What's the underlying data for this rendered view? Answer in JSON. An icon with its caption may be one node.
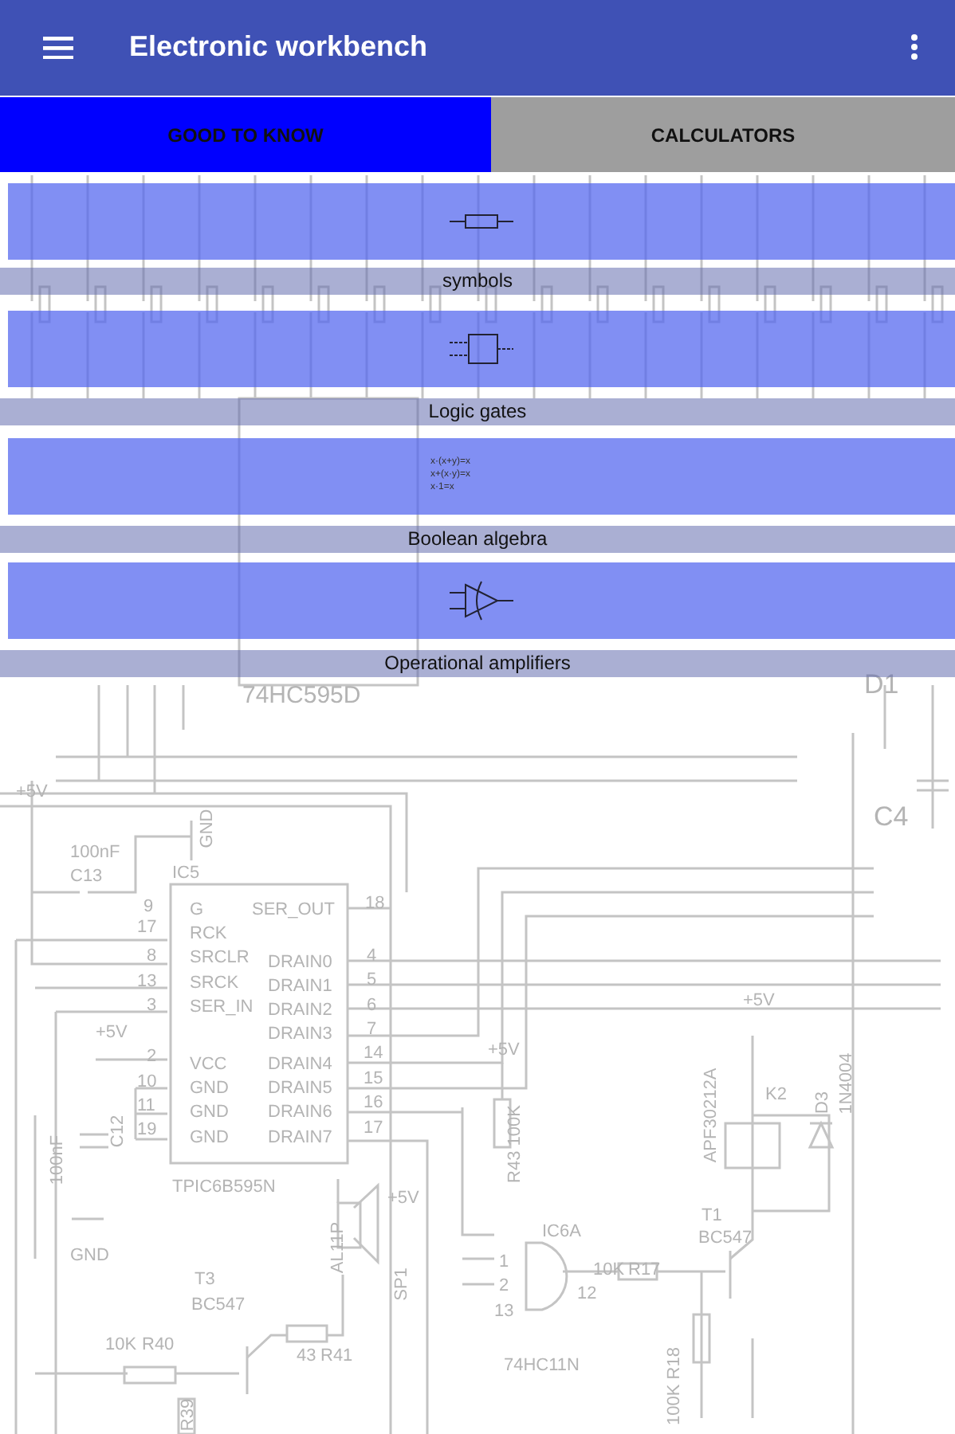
{
  "diagram": {
    "title": "Electronic workbench",
    "nodes": [
      {
        "text": [
          "symbols"
        ]
      },
      {
        "text": [
          "Logic gates"
        ]
      },
      {
        "text": [
          "x·(x+y)=x",
          "x+(x·y)=x",
          "x·1=x",
          "Boolean algebra"
        ]
      },
      {
        "text": [
          "Operational amplifiers"
        ]
      }
    ],
    "labels": [
      "GOOD TO KNOW",
      "CALCULATORS",
      "74HC595D",
      "D1",
      "+5V",
      "C4",
      "GND",
      "100nF",
      "C13",
      "IC5",
      "9",
      "G",
      "SER_OUT",
      "18",
      "17",
      "RCK",
      "8",
      "SRCLR",
      "DRAIN0",
      "4",
      "13",
      "SRCK",
      "DRAIN1",
      "5",
      "3",
      "SER_IN",
      "DRAIN2",
      "6",
      "+5V",
      "DRAIN3",
      "7",
      "2",
      "VCC",
      "DRAIN4",
      "14",
      "+5V",
      "10",
      "GND",
      "DRAIN5",
      "15",
      "11",
      "GND",
      "DRAIN6",
      "16",
      "19",
      "GND",
      "DRAIN7",
      "17",
      "100nF",
      "C12",
      "R43 100K",
      "+5V",
      "APF30212A",
      "K2",
      "D3",
      "1N4004",
      "TPIC6B595N",
      "+5V",
      "GND",
      "AL11P",
      "SP1",
      "T1",
      "BC547",
      "IC6A",
      "T3",
      "1",
      "10K",
      "R17",
      "BC547",
      "2",
      "12",
      "13",
      "10K",
      "R40",
      "43",
      "R41",
      "74HC11N",
      "100K R18",
      "R39"
    ]
  }
}
